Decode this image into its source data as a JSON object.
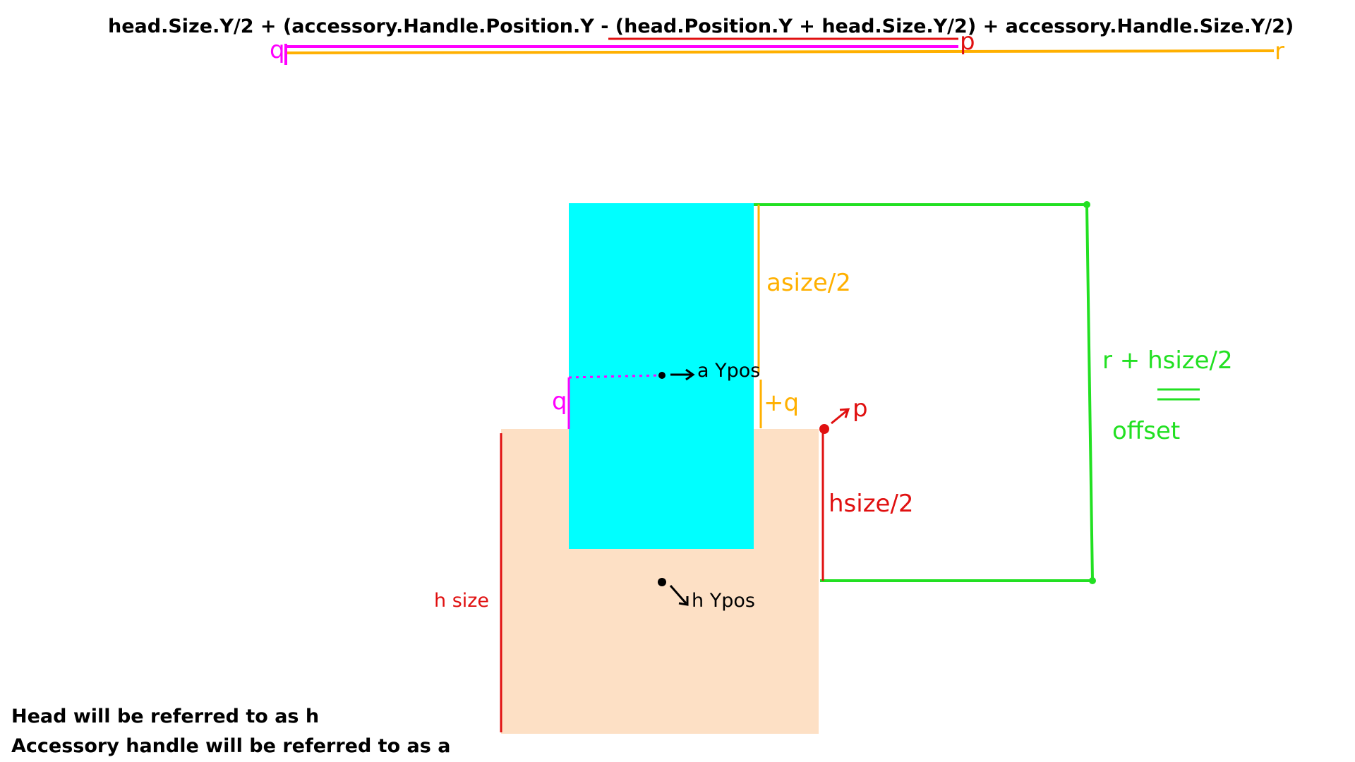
{
  "formula": {
    "text": "head.Size.Y/2 + (accessory.Handle.Position.Y - (head.Position.Y + head.Size.Y/2) + accessory.Handle.Size.Y/2)",
    "marker_q": "q",
    "marker_p": "p",
    "marker_r": "r"
  },
  "labels": {
    "asize_half": "asize/2",
    "plus_q": "+q",
    "q": "q",
    "a_ypos": "a Ypos",
    "p": "p",
    "hsize_half": "hsize/2",
    "h_size": "h size",
    "h_ypos": "h Ypos",
    "r_plus_hsize_half": "r + hsize/2",
    "offset": "offset"
  },
  "legend": {
    "line1": "Head will be referred to as h",
    "line2": "Accessory handle will be referred to as a"
  },
  "colors": {
    "head_fill": "#fde0c5",
    "accessory_fill": "#00ffff",
    "magenta": "#ff00ff",
    "orange": "#ffb000",
    "red": "#e01010",
    "green": "#22e022",
    "black": "#000000"
  }
}
